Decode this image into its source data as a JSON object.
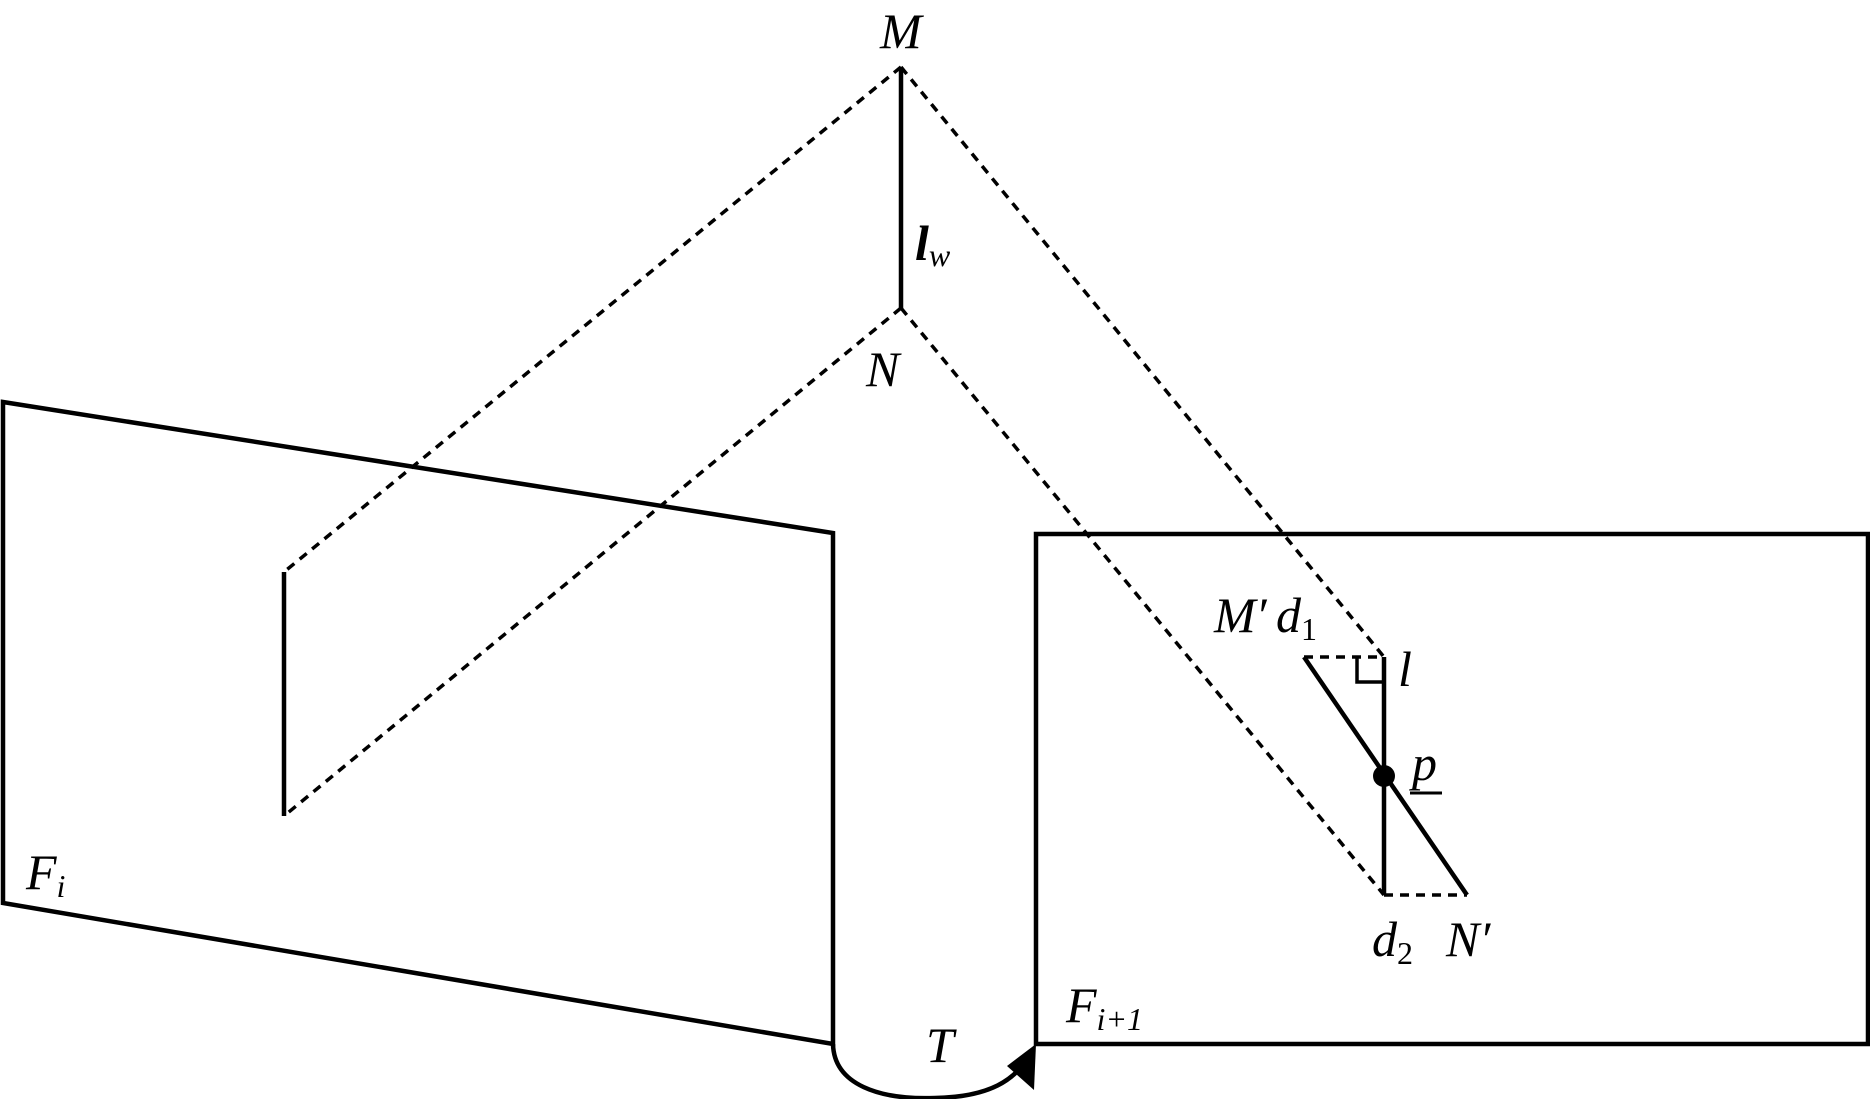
{
  "labels": {
    "M": "M",
    "N": "N",
    "lw_main": "l",
    "lw_sub": "w",
    "Fi_main": "F",
    "Fi_sub": "i",
    "Fi1_main": "F",
    "Fi1_sub": "i+1",
    "T": "T",
    "Mprime": "M′",
    "d1_main": "d",
    "d1_sub": "1",
    "l": "l",
    "p": "p",
    "d2_main": "d",
    "d2_sub": "2",
    "Nprime": "N′"
  },
  "colors": {
    "stroke": "#000000",
    "background": "#ffffff"
  }
}
